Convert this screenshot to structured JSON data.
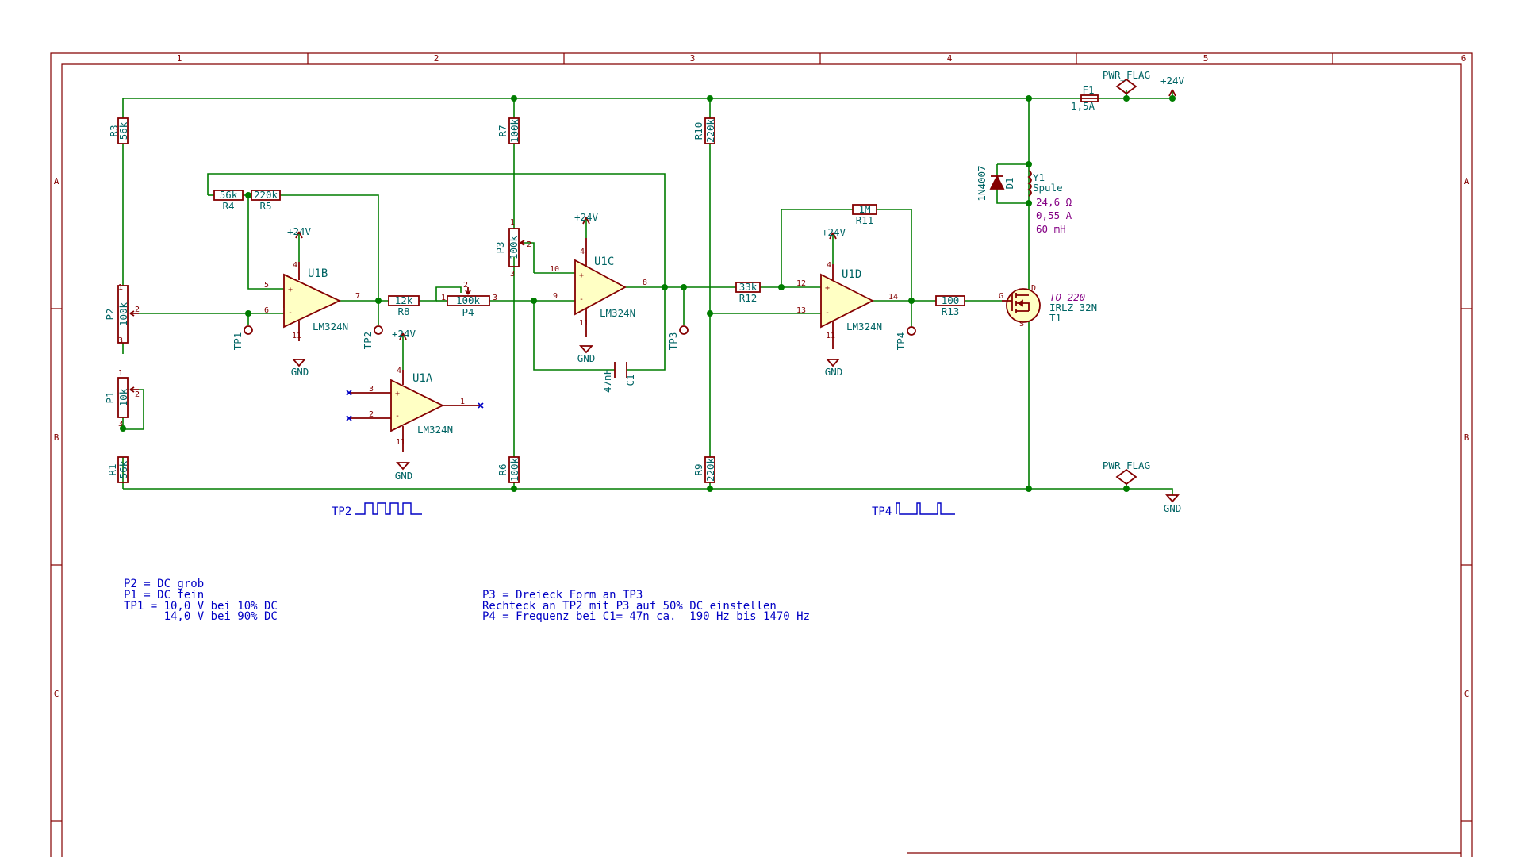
{
  "border": {
    "columns": [
      "1",
      "2",
      "3",
      "4",
      "5",
      "6"
    ],
    "rows": [
      "A",
      "B",
      "C"
    ]
  },
  "colors": {
    "frame": "#840000",
    "wire": "#007d00",
    "label": "#006464",
    "note": "#0000c4",
    "opamp_fill": "#ffffc4",
    "value_magenta": "#840084"
  },
  "power": {
    "pwr_flag_top": "PWR_FLAG",
    "pwr_flag_bottom": "PWR_FLAG",
    "v24": "+24V",
    "gnd": "GND",
    "f1_ref": "F1",
    "f1_val": "1,5A"
  },
  "resistors": {
    "r1": {
      "ref": "R1",
      "val": "56k"
    },
    "r3": {
      "ref": "R3",
      "val": "56k"
    },
    "r4": {
      "ref": "R4",
      "val": "56k"
    },
    "r5": {
      "ref": "R5",
      "val": "220k"
    },
    "r6": {
      "ref": "R6",
      "val": "100k"
    },
    "r7": {
      "ref": "R7",
      "val": "100k"
    },
    "r8": {
      "ref": "R8",
      "val": "12k"
    },
    "r9": {
      "ref": "R9",
      "val": "220k"
    },
    "r10": {
      "ref": "R10",
      "val": "220k"
    },
    "r11": {
      "ref": "R11",
      "val": "1M"
    },
    "r12": {
      "ref": "R12",
      "val": "33k"
    },
    "r13": {
      "ref": "R13",
      "val": "100"
    }
  },
  "pots": {
    "p1": {
      "ref": "P1",
      "val": "10k"
    },
    "p2": {
      "ref": "P2",
      "val": "100k"
    },
    "p3": {
      "ref": "P3",
      "val": "100k"
    },
    "p4": {
      "ref": "P4",
      "val": "100k"
    }
  },
  "capacitor": {
    "ref": "C1",
    "val": "47nF"
  },
  "opamps": {
    "u1a": {
      "ref": "U1A",
      "part": "LM324N"
    },
    "u1b": {
      "ref": "U1B",
      "part": "LM324N"
    },
    "u1c": {
      "ref": "U1C",
      "part": "LM324N"
    },
    "u1d": {
      "ref": "U1D",
      "part": "LM324N"
    }
  },
  "testpoints": [
    "TP1",
    "TP2",
    "TP3",
    "TP4"
  ],
  "diode": {
    "ref": "D1",
    "val": "1N4007"
  },
  "coil": {
    "ref": "Y1",
    "val": "Spule",
    "specs": [
      "24,6 Ω",
      "0,55 A",
      "60 mH"
    ]
  },
  "mosfet": {
    "ref": "T1",
    "val": "IRLZ 32N",
    "package": "TO-220"
  },
  "signals": {
    "tp2": "TP2",
    "tp4": "TP4"
  },
  "notes_left": [
    "P2 = DC grob",
    "P1 = DC fein",
    "TP1 = 10,0 V bei 10% DC",
    "      14,0 V bei 90% DC"
  ],
  "notes_right": [
    "P3 = Dreieck Form an TP3",
    "Rechteck an TP2 mit P3 auf 50% DC einstellen",
    "P4 = Frequenz bei C1= 47n ca.  190 Hz bis 1470 Hz"
  ]
}
